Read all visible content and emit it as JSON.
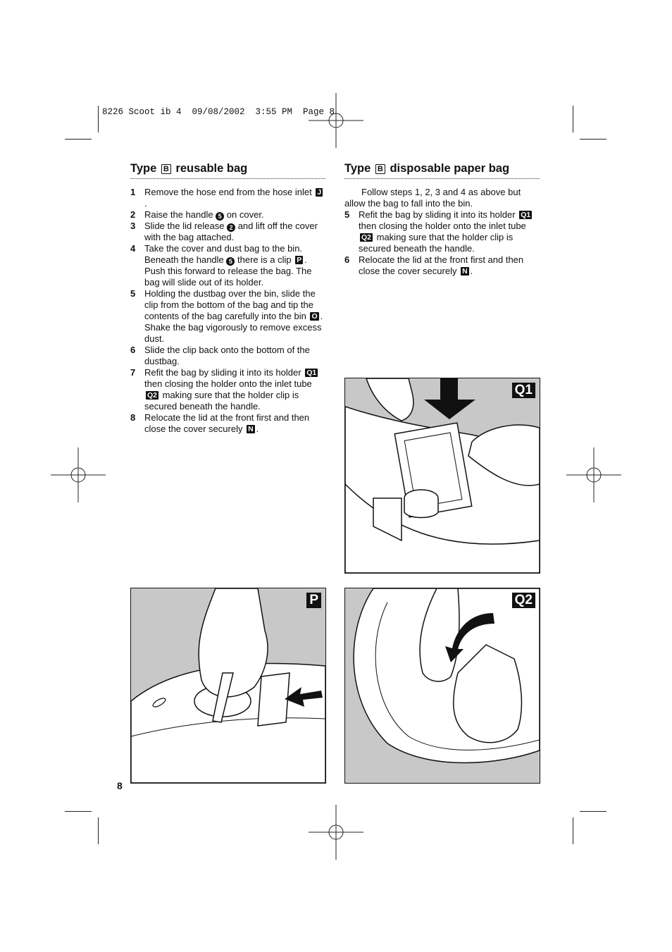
{
  "slug": "8226 Scoot ib 4  09/08/2002  3:55 PM  Page 8",
  "left": {
    "heading": {
      "pre": "Type",
      "box": "B",
      "post": "reusable bag"
    },
    "steps": [
      {
        "n": "1",
        "parts": [
          [
            "t",
            "Remove the hose end from the hose inlet "
          ],
          [
            "r",
            "J"
          ],
          [
            "t",
            "."
          ]
        ]
      },
      {
        "n": "2",
        "parts": [
          [
            "t",
            "Raise the handle "
          ],
          [
            "c",
            "5"
          ],
          [
            "t",
            " on cover."
          ]
        ]
      },
      {
        "n": "3",
        "parts": [
          [
            "t",
            "Slide the lid release "
          ],
          [
            "c",
            "2"
          ],
          [
            "t",
            " and lift off the cover with the bag attached."
          ]
        ]
      },
      {
        "n": "4",
        "parts": [
          [
            "t",
            "Take the cover and dust bag to the bin. Beneath the handle "
          ],
          [
            "c",
            "5"
          ],
          [
            "t",
            " there is a clip "
          ],
          [
            "r",
            "P"
          ],
          [
            "t",
            ". Push this forward to release the bag. The bag will slide out of its holder."
          ]
        ]
      },
      {
        "n": "5",
        "parts": [
          [
            "t",
            "Holding the dustbag over the bin, slide the clip from the bottom of the bag and tip the contents of the bag carefully into the bin "
          ],
          [
            "r",
            "O"
          ],
          [
            "t",
            ". Shake the bag vigorously to remove excess dust."
          ]
        ]
      },
      {
        "n": "6",
        "parts": [
          [
            "t",
            "Slide the clip back onto the bottom of the dustbag."
          ]
        ]
      },
      {
        "n": "7",
        "parts": [
          [
            "t",
            "Refit the bag by sliding it into its holder "
          ],
          [
            "r",
            "Q1"
          ],
          [
            "t",
            " then closing the holder onto the inlet tube "
          ],
          [
            "r",
            "Q2"
          ],
          [
            "t",
            " making sure that the holder clip is secured beneath the handle."
          ]
        ]
      },
      {
        "n": "8",
        "parts": [
          [
            "t",
            "Relocate the lid at the front first and then close the cover securely "
          ],
          [
            "r",
            "N"
          ],
          [
            "t",
            "."
          ]
        ]
      }
    ]
  },
  "right": {
    "heading": {
      "pre": "Type",
      "box": "B",
      "post": "disposable paper bag"
    },
    "intro": "Follow steps 1, 2, 3 and 4 as above but allow the bag to fall into the bin.",
    "steps": [
      {
        "n": "5",
        "parts": [
          [
            "t",
            "Refit the bag by sliding it into its holder "
          ],
          [
            "r",
            "Q1"
          ],
          [
            "t",
            " then closing the holder onto the inlet tube "
          ],
          [
            "r",
            "Q2"
          ],
          [
            "t",
            " making sure that the holder clip is secured beneath the handle."
          ]
        ]
      },
      {
        "n": "6",
        "parts": [
          [
            "t",
            "Relocate the lid at the front first and then close the cover securely "
          ],
          [
            "r",
            "N"
          ],
          [
            "t",
            "."
          ]
        ]
      }
    ]
  },
  "figures": {
    "q1": "Q1",
    "p": "P",
    "q2": "Q2"
  },
  "page_number": "8"
}
